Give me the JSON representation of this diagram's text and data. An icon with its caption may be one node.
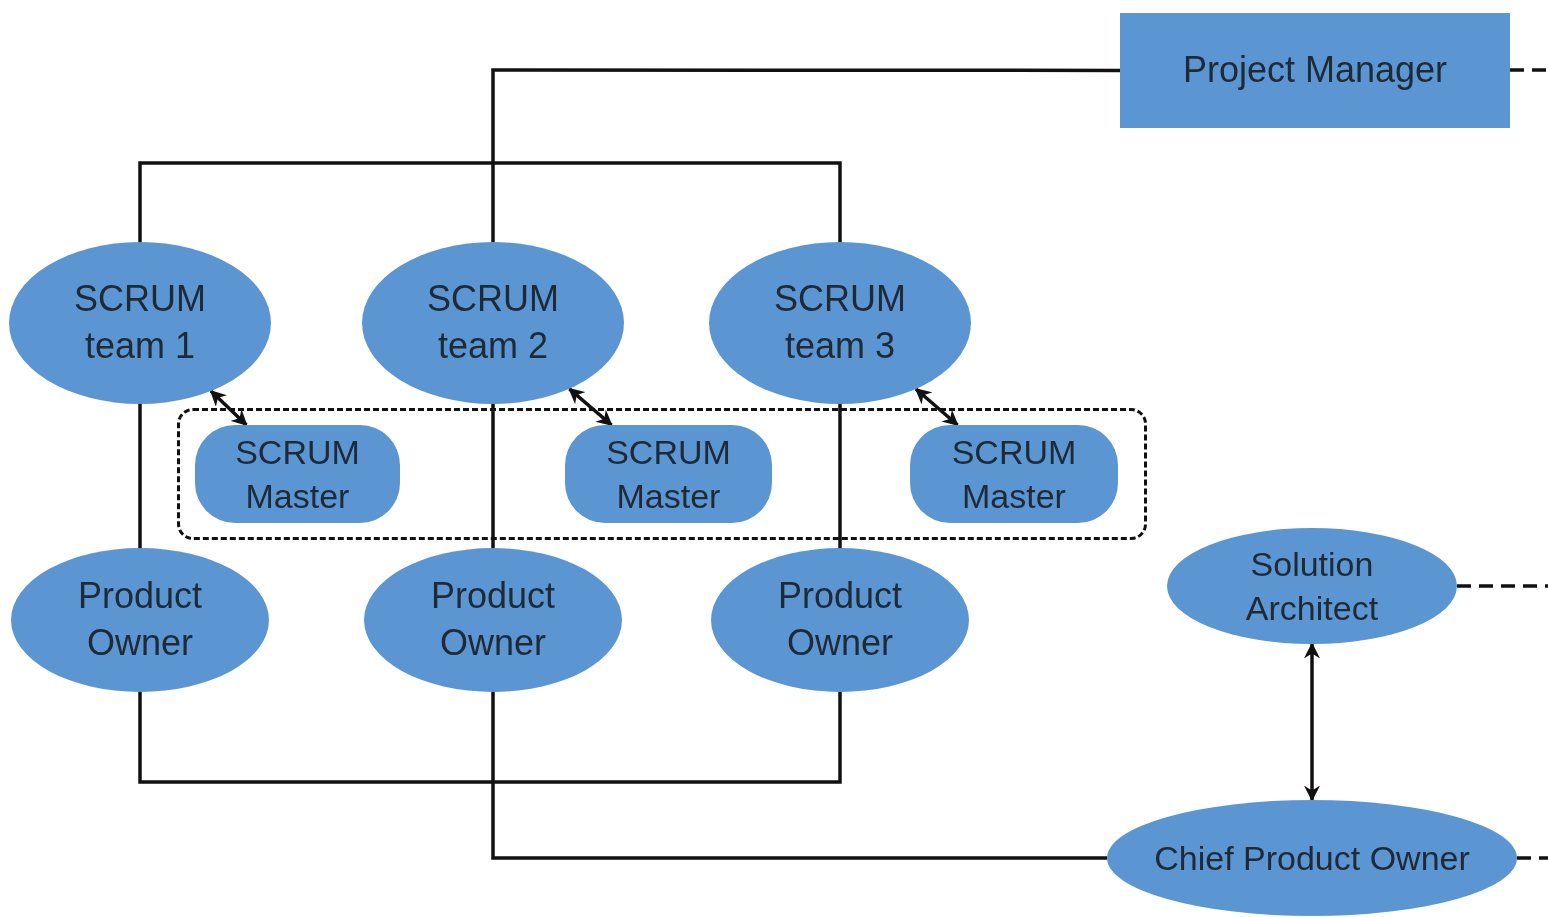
{
  "diagram": {
    "nodes": [
      {
        "text": [
          "Project Manager"
        ]
      },
      {
        "text": [
          "SCRUM team 1"
        ]
      },
      {
        "text": [
          "SCRUM team 2"
        ]
      },
      {
        "text": [
          "SCRUM team 3"
        ]
      },
      {
        "text": [],
        "shape": "box"
      },
      {
        "text": [
          "SCRUM Master"
        ],
        "in": 4
      },
      {
        "text": [
          "SCRUM Master"
        ],
        "in": 4
      },
      {
        "text": [
          "SCRUM Master"
        ],
        "in": 4
      },
      {
        "text": [
          "Product Owner"
        ]
      },
      {
        "text": [
          "Product Owner"
        ]
      },
      {
        "text": [
          "Product Owner"
        ]
      },
      {
        "text": [
          "Solution Architect"
        ]
      },
      {
        "text": [
          "Chief Product Owner"
        ]
      }
    ],
    "edges": [
      {
        "from": 0,
        "to": 2,
        "arrow": "none"
      },
      {
        "from": 1,
        "to": 3,
        "arrow": "none"
      },
      {
        "from": 1,
        "to": 8,
        "arrow": "none"
      },
      {
        "from": 2,
        "to": 9,
        "arrow": "none"
      },
      {
        "from": 3,
        "to": 10,
        "arrow": "none"
      },
      {
        "from": 8,
        "to": 10,
        "arrow": "none"
      },
      {
        "from": 9,
        "to": 12,
        "arrow": "none"
      },
      {
        "from": 1,
        "to": 5,
        "arrow": "both"
      },
      {
        "from": 2,
        "to": 6,
        "arrow": "both"
      },
      {
        "from": 3,
        "to": 7,
        "arrow": "both"
      },
      {
        "from": 11,
        "to": 12,
        "arrow": "both"
      },
      {
        "from": 0,
        "to": null,
        "arrow": "none",
        "style": "dashed"
      },
      {
        "from": 11,
        "to": null,
        "arrow": "none",
        "style": "dashed"
      },
      {
        "from": 12,
        "to": null,
        "arrow": "none",
        "style": "dashed"
      }
    ]
  }
}
